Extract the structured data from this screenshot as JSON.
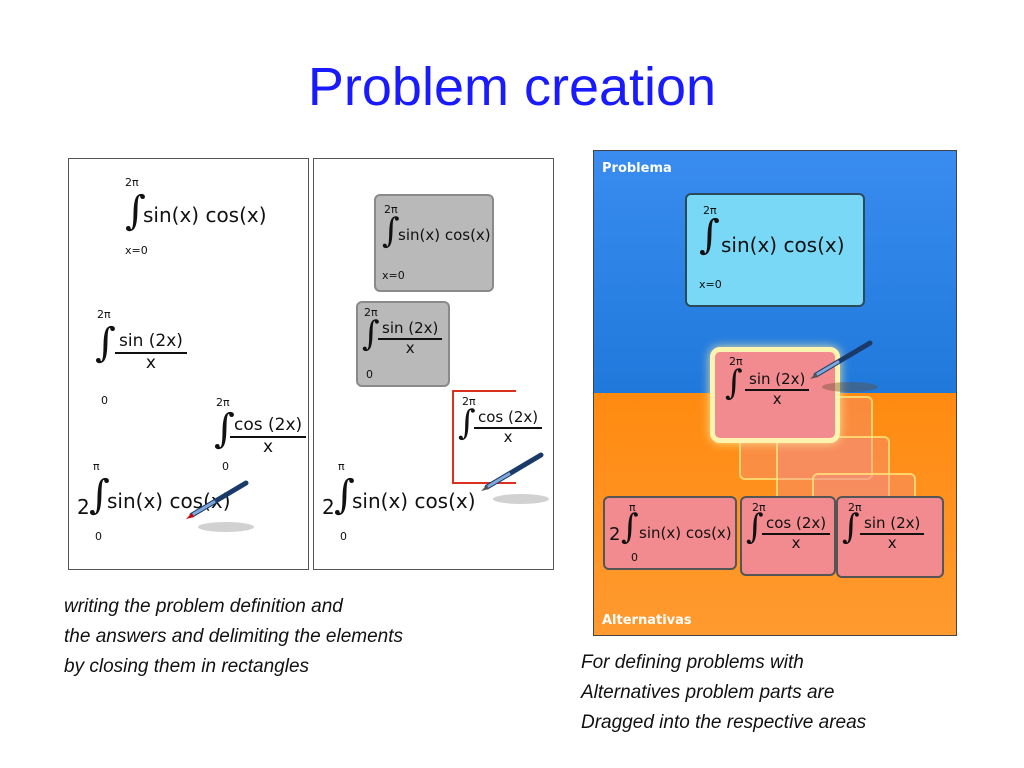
{
  "title": "Problem creation",
  "left_panels": {
    "limits_top_2pi": "2π",
    "limits_top_pi": "π",
    "limit_x0": "x=0",
    "limit_0": "0",
    "integral_sign": "∫",
    "coef_2": "2",
    "expr_sincos": "sin(x) cos(x)",
    "num_sin2x": "sin (2x)",
    "num_cos2x": "cos (2x)",
    "den_x": "x"
  },
  "app": {
    "area_problem_label": "Problema",
    "area_alternatives_label": "Alternativas",
    "colors": {
      "top": "#2f86e6",
      "bottom": "#ff8c1a",
      "problem_box": "#7ad8f7",
      "alt_box": "#f28b8f"
    }
  },
  "caption_left": {
    "line1": "writing the problem definition and",
    "line2": "the answers and delimiting the elements",
    "line3": "by closing them in rectangles"
  },
  "caption_right": {
    "line1": "For defining problems with",
    "line2": "Alternatives problem parts are",
    "line3": "Dragged into the respective areas"
  }
}
